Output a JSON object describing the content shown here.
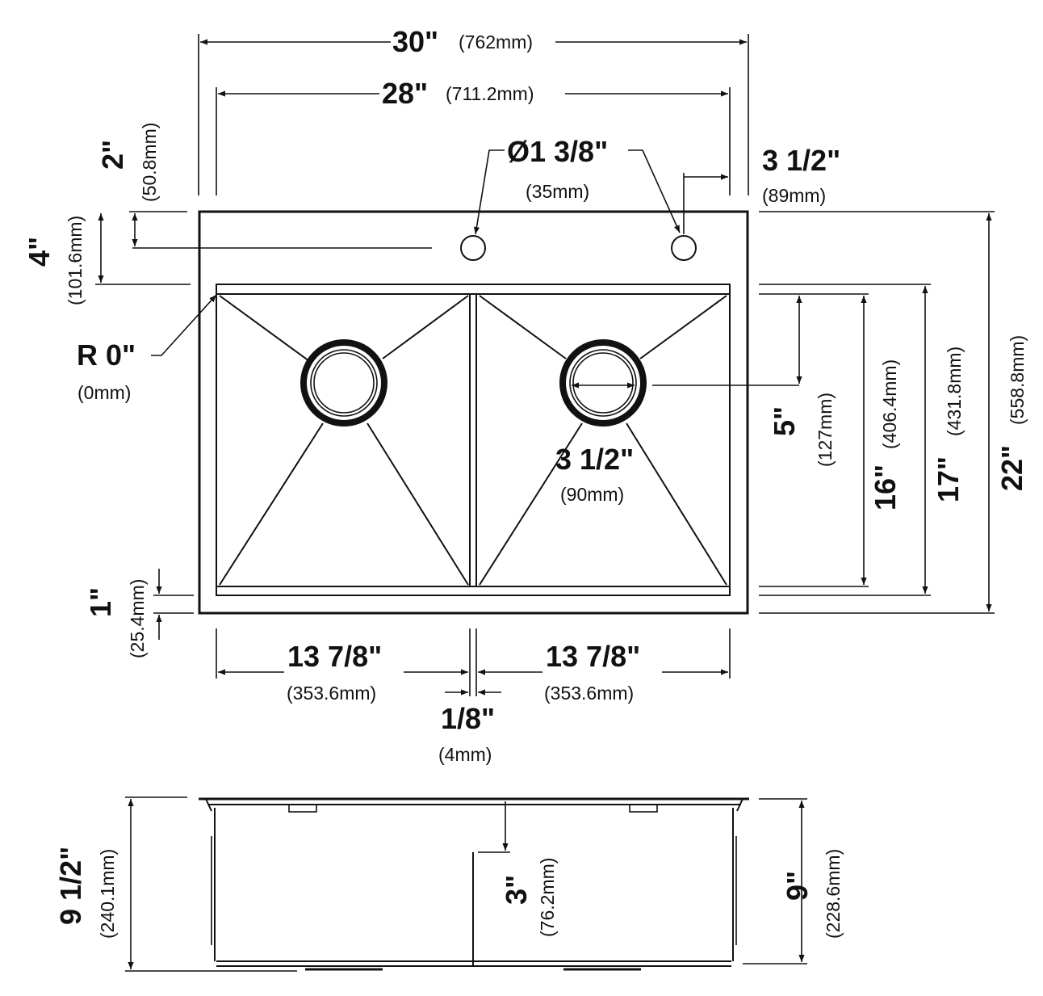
{
  "colors": {
    "line": "#111111",
    "background": "#ffffff"
  },
  "top_view": {
    "overall_width": {
      "value": "30\"",
      "metric": "(762mm)"
    },
    "rim_width": {
      "value": "28\"",
      "metric": "(711.2mm)"
    },
    "faucet_hole_diameter": {
      "value": "Ø1 3/8\"",
      "metric": "(35mm)"
    },
    "faucet_hole_offset": {
      "value": "3 1/2\"",
      "metric": "(89mm)"
    },
    "faucet_hole_from_back": {
      "value": "2\"",
      "metric": "(50.8mm)"
    },
    "deck_depth": {
      "value": "4\"",
      "metric": "(101.6mm)"
    },
    "corner_radius": {
      "value": "R 0\"",
      "metric": "(0mm)"
    },
    "drain_diameter": {
      "value": "3 1/2\"",
      "metric": "(90mm)"
    },
    "drain_from_back": {
      "value": "5\"",
      "metric": "(127mm)"
    },
    "bowl_depth_front_back": {
      "value": "16\"",
      "metric": "(406.4mm)"
    },
    "inner_depth": {
      "value": "17\"",
      "metric": "(431.8mm)"
    },
    "overall_depth": {
      "value": "22\"",
      "metric": "(558.8mm)"
    },
    "front_ledge": {
      "value": "1\"",
      "metric": "(25.4mm)"
    },
    "left_bowl_width": {
      "value": "13 7/8\"",
      "metric": "(353.6mm)"
    },
    "right_bowl_width": {
      "value": "13 7/8\"",
      "metric": "(353.6mm)"
    },
    "divider_width": {
      "value": "1/8\"",
      "metric": "(4mm)"
    }
  },
  "side_view": {
    "overall_height": {
      "value": "9 1/2\"",
      "metric": "(240.1mm)"
    },
    "divider_drop": {
      "value": "3\"",
      "metric": "(76.2mm)"
    },
    "bowl_height": {
      "value": "9\"",
      "metric": "(228.6mm)"
    }
  }
}
